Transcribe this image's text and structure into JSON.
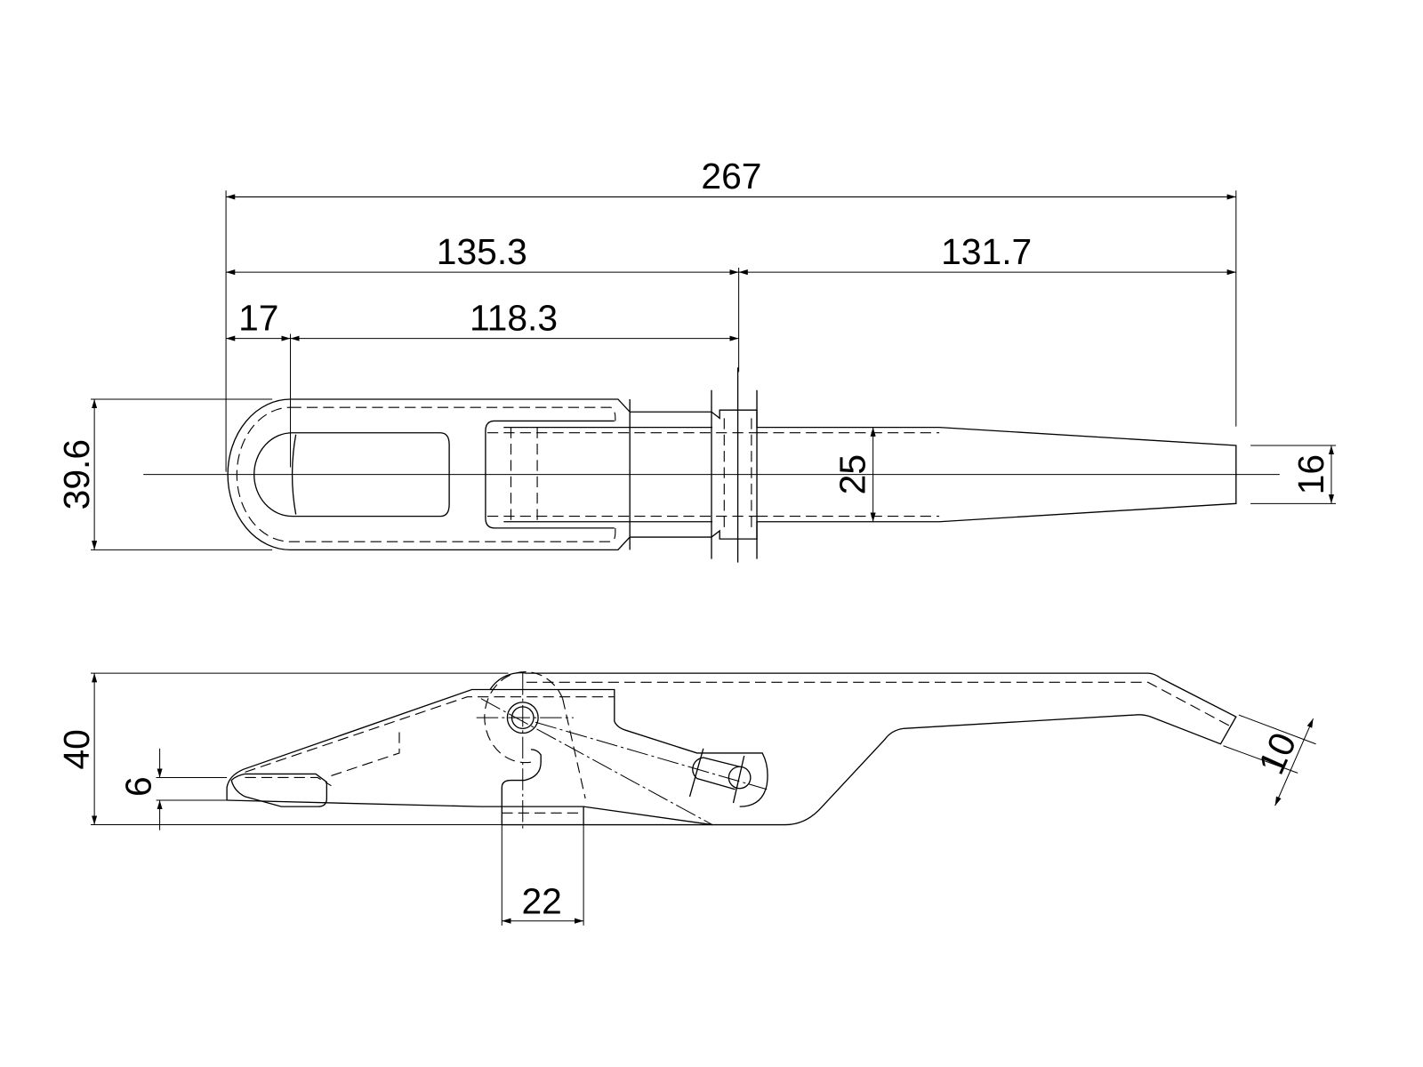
{
  "drawing": {
    "title": "Latch technical drawing",
    "line_color": "#000000",
    "background": "#ffffff"
  },
  "top_view": {
    "dimensions": {
      "overall_length": "267",
      "left_segment": "135.3",
      "right_segment": "131.7",
      "eye_offset": "17",
      "eye_to_hinge": "118.3",
      "eye_width": "39.6",
      "rod_width": "25",
      "tip_width": "16"
    }
  },
  "side_view": {
    "dimensions": {
      "height": "40",
      "hook_gap": "6",
      "tab_width": "22",
      "handle_thickness": "10"
    }
  }
}
